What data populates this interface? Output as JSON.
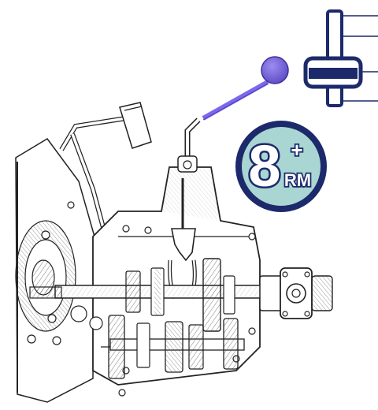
{
  "badge": {
    "number": "8",
    "plus": "+",
    "suffix": "RM"
  },
  "colors": {
    "navy": "#1c2a6b",
    "badge_fill": "#a9d6d2",
    "knob": "#6a5acd",
    "lever": "#7b68ee",
    "ink": "#222222"
  },
  "icons": {
    "gear_selector": "gear-selector-icon",
    "gearbox": "gearbox-illustration"
  }
}
